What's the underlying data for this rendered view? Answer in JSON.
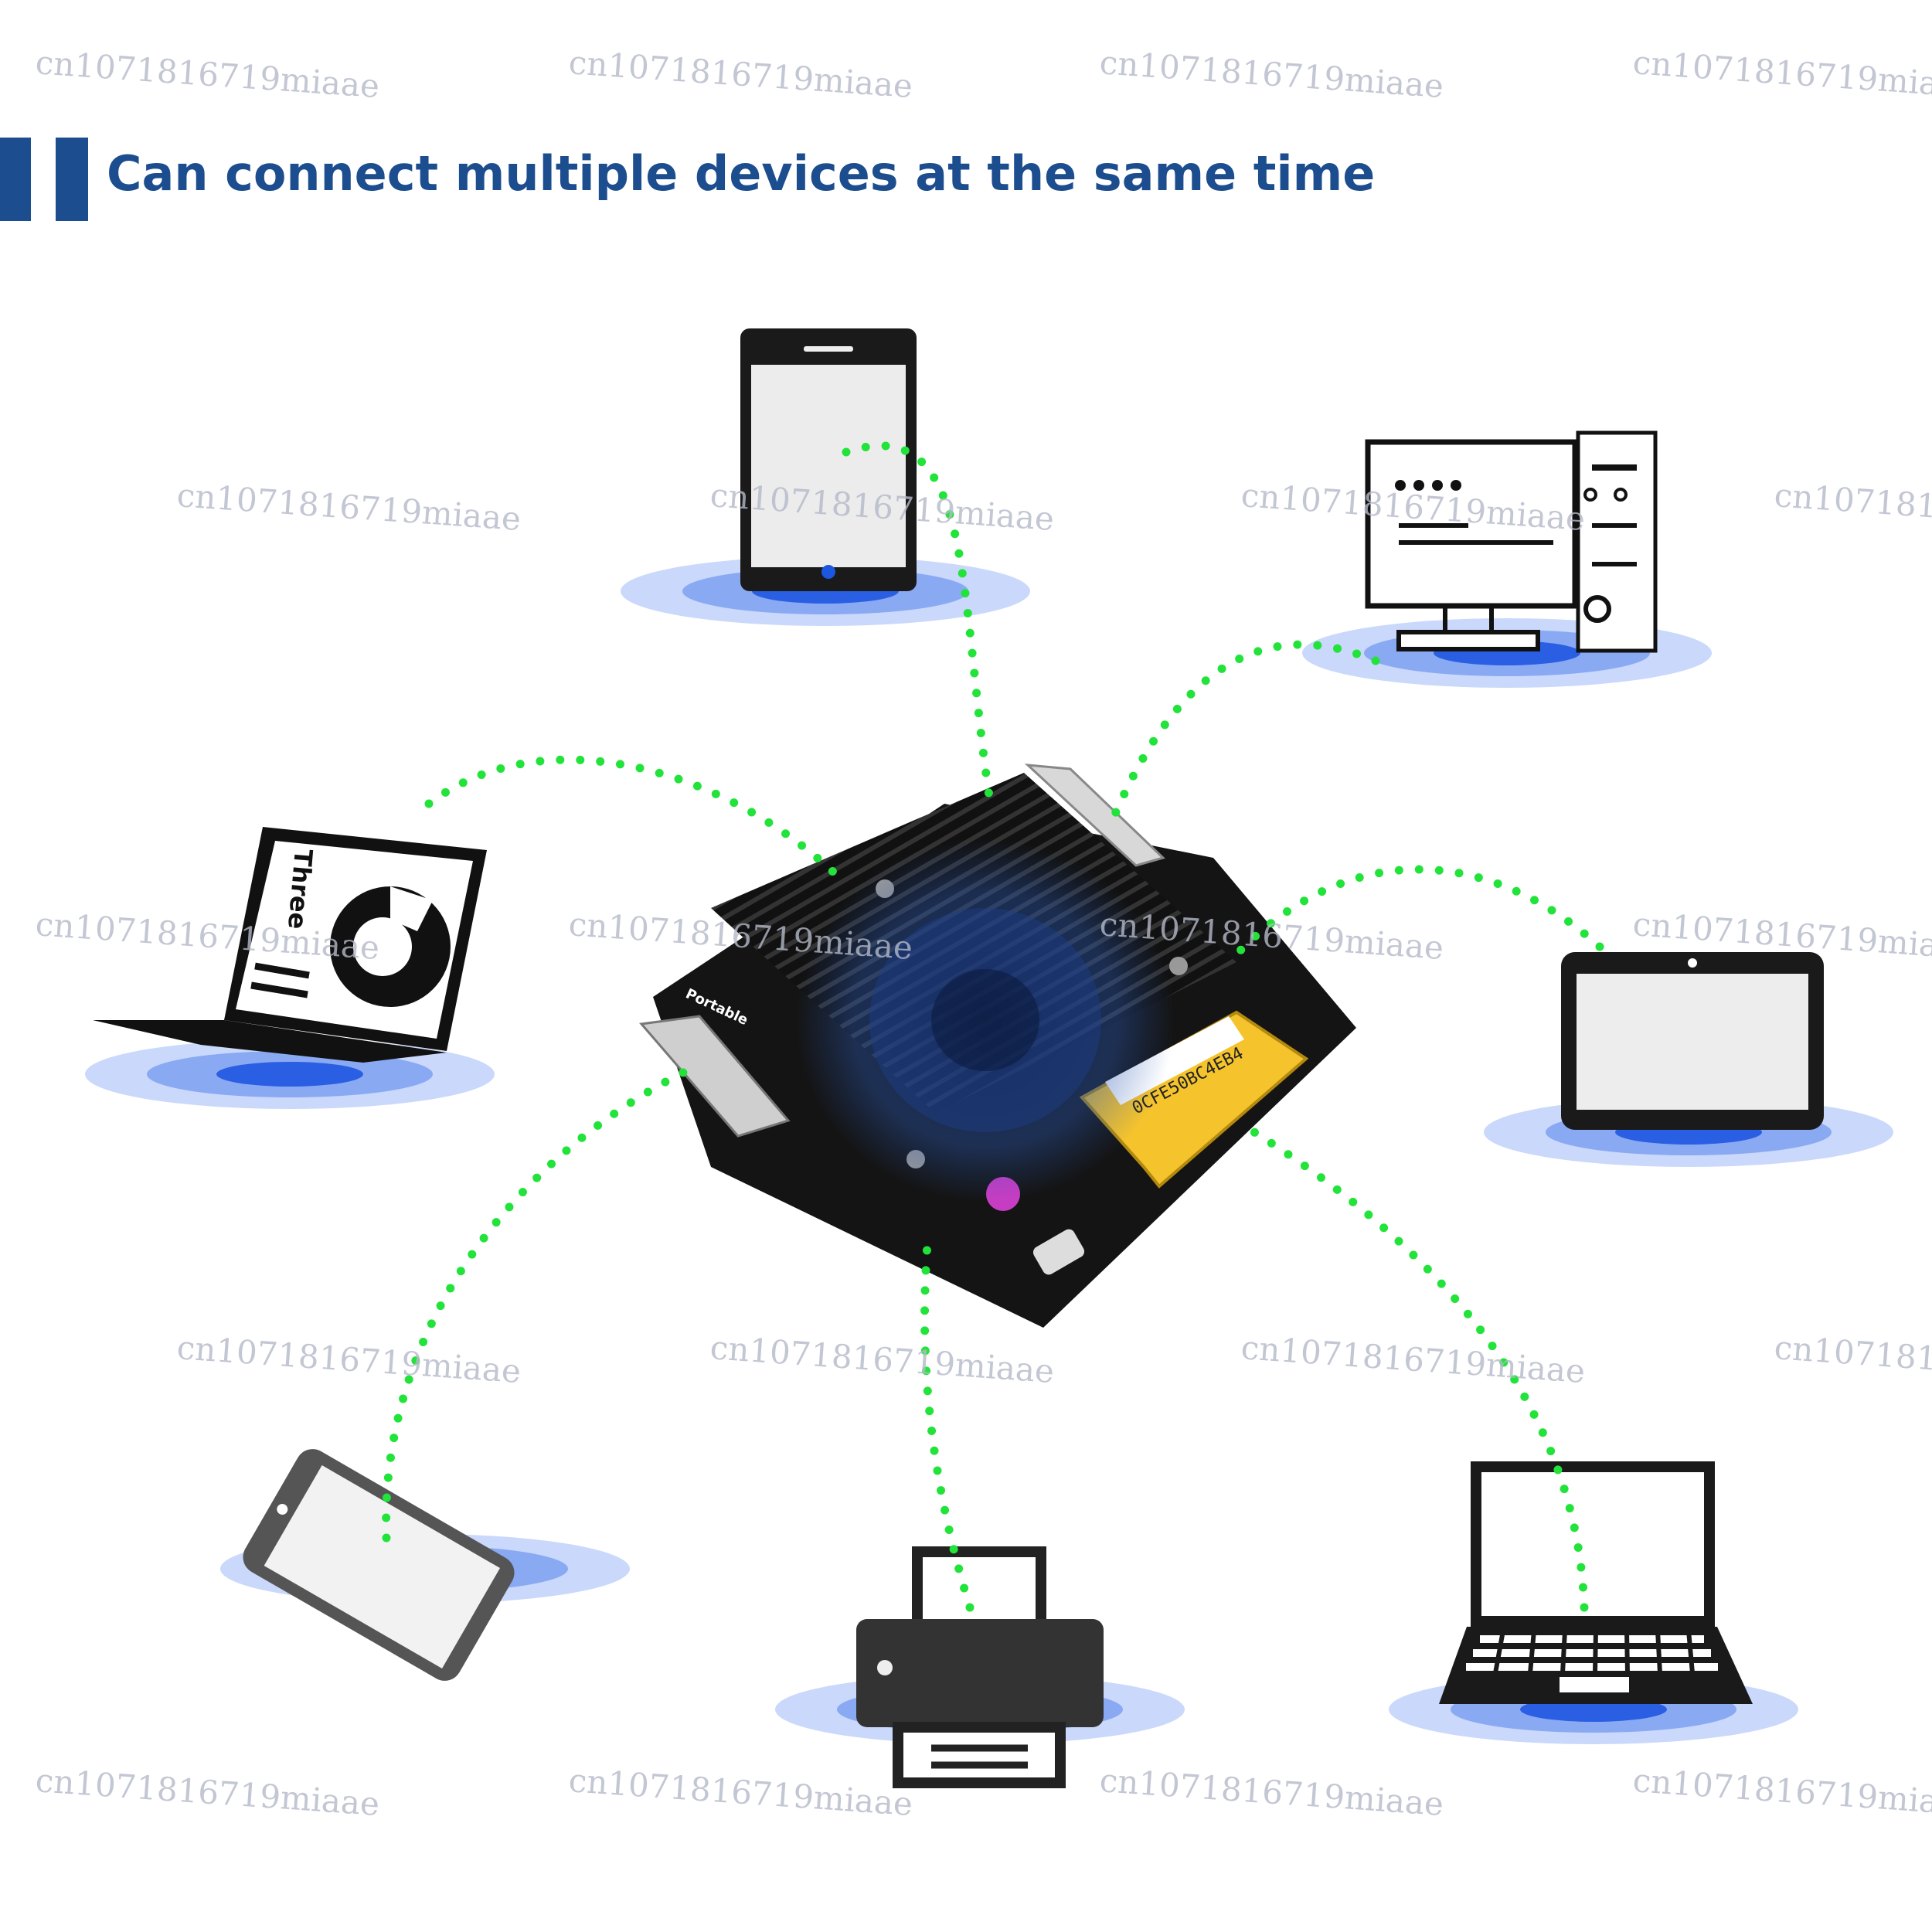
{
  "header": {
    "title": "Can connect multiple devices at the same time",
    "accent_color": "#1c4d8e"
  },
  "watermark": {
    "text": "cn1071816719miaae"
  },
  "board": {
    "label_portable": "Portable",
    "mac_label": "0CFE50BC4EB4"
  },
  "laptop_screen_text": "Three",
  "devices": [
    {
      "name": "smartphone",
      "icon": "smartphone-icon"
    },
    {
      "name": "desktop-computer",
      "icon": "desktop-pc-icon"
    },
    {
      "name": "laptop-left",
      "icon": "laptop-icon"
    },
    {
      "name": "tablet",
      "icon": "tablet-icon"
    },
    {
      "name": "phone-tilted",
      "icon": "phone-icon"
    },
    {
      "name": "printer",
      "icon": "printer-icon"
    },
    {
      "name": "laptop-keyboard",
      "icon": "laptop-icon"
    }
  ],
  "colors": {
    "link_dots": "#22e33a",
    "wave_glow": "#3b6fe6",
    "device_stroke": "#111111"
  }
}
